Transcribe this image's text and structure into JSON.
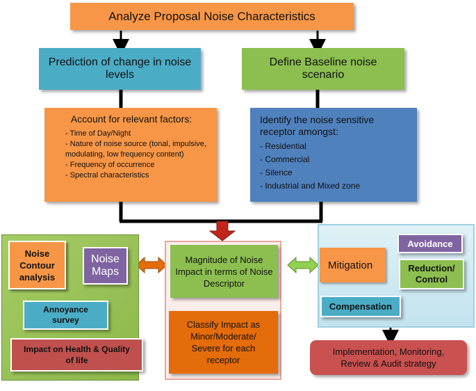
{
  "top": {
    "title": "Analyze Proposal Noise Characteristics"
  },
  "prediction": {
    "label": "Prediction of change in noise levels"
  },
  "baseline": {
    "label": "Define Baseline noise scenario"
  },
  "factors": {
    "heading": "Account for relevant factors:",
    "items": [
      "- Time of Day/Night",
      "- Nature of noise source (tonal, impulsive, modulating, low frequency content)",
      "- Frequency of occurrence",
      "- Spectral characteristics"
    ]
  },
  "receptor": {
    "heading": "Identify the noise sensitive receptor amongst:",
    "items": [
      "- Residential",
      "- Commercial",
      "- Silence",
      "- Industrial and Mixed zone"
    ]
  },
  "left_panel": {
    "contour": "Noise Contour analysis",
    "maps": "Noise Maps",
    "annoyance": "Annoyance survey",
    "health": "Impact on Health & Quality of life"
  },
  "center_panel": {
    "magnitude": "Magnitude of Noise Impact in terms of Noise Descriptor",
    "classify": "Classify Impact as Minor/Moderate/ Severe for each receptor"
  },
  "right_panel": {
    "mitigation": "Mitigation",
    "avoidance": "Avoidance",
    "reduction": "Reduction/ Control",
    "compensation": "Compensation"
  },
  "bottom": {
    "label": "Implementation, Monitoring, Review & Audit strategy"
  },
  "colors": {
    "orange": "#f79646",
    "blue": "#4bacc6",
    "green": "#8cbf4f",
    "dark_blue": "#4f81bd",
    "purple": "#8064a2",
    "red": "#c0504d",
    "panel_green": "#9bc35a",
    "panel_blue": "#cfe9f2",
    "arrow_red": "#c0261b",
    "arrow_orange": "#e46c0a",
    "arrow_green": "#92d050"
  }
}
